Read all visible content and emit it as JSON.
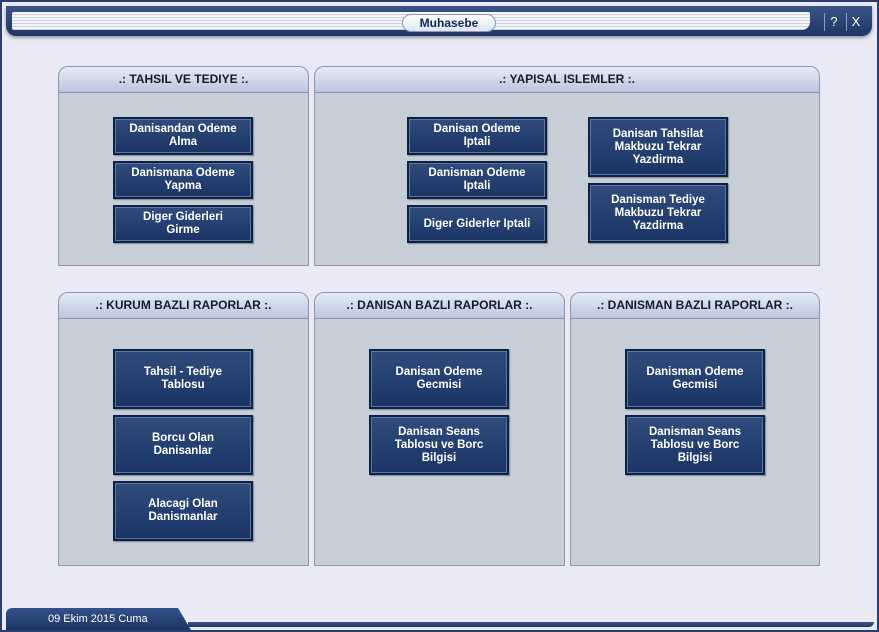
{
  "window": {
    "title": "Muhasebe",
    "help_label": "?",
    "close_label": "X"
  },
  "panels": {
    "tahsil": {
      "title": ".: TAHSIL VE TEDIYE :.",
      "buttons": [
        "Danisandan Odeme\nAlma",
        "Danismana Odeme\nYapma",
        "Diger Giderleri\nGirme"
      ]
    },
    "yapisal": {
      "title": ".: YAPISAL ISLEMLER :.",
      "buttons": [
        "Danisan Odeme\nIptali",
        "Danisman Odeme\nIptali",
        "Diger Giderler Iptali",
        "Danisan Tahsilat\nMakbuzu Tekrar\nYazdirma",
        "Danisman Tediye\nMakbuzu Tekrar\nYazdirma"
      ]
    },
    "kurum": {
      "title": ".: KURUM BAZLI RAPORLAR :.",
      "buttons": [
        "Tahsil - Tediye\nTablosu",
        "Borcu Olan\nDanisanlar",
        "Alacagi Olan\nDanismanlar"
      ]
    },
    "danisan": {
      "title": ".: DANISAN BAZLI RAPORLAR :.",
      "buttons": [
        "Danisan Odeme\nGecmisi",
        "Danisan Seans\nTablosu ve Borc\nBilgisi"
      ]
    },
    "danisman": {
      "title": ".: DANISMAN BAZLI RAPORLAR :.",
      "buttons": [
        "Danisman Odeme\nGecmisi",
        "Danisman Seans\nTablosu ve Borc\nBilgisi"
      ]
    }
  },
  "status": {
    "date": "09 Ekim 2015 Cuma"
  },
  "colors": {
    "accent": "#1d3562",
    "button": "#1f3a69",
    "panel_bg": "#c8ced8",
    "panel_header": "#c9d4ea"
  }
}
